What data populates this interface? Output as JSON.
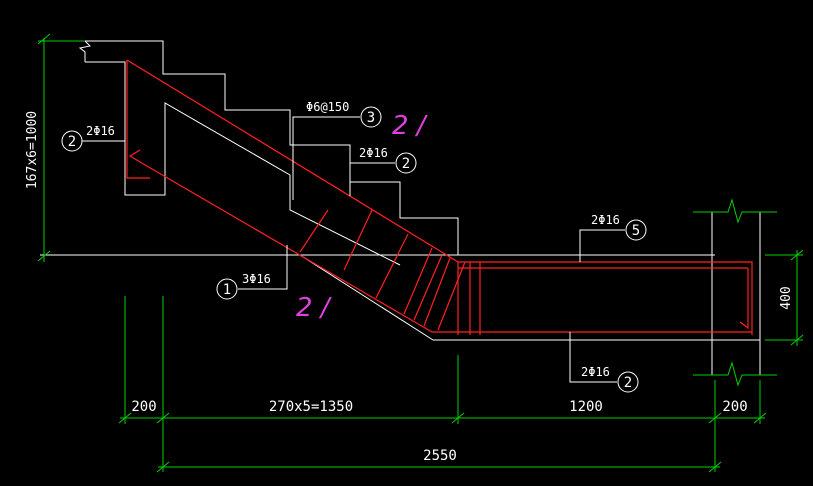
{
  "colors": {
    "background": "#000000",
    "outline": "#ffffff",
    "dimension": "#00d000",
    "rebar": "#ff2020",
    "annotation": "#e040e0"
  },
  "dimensions": {
    "height_total": "167x6=1000",
    "beam_depth": "400",
    "seg_left": "200",
    "seg_steps": "270x5=1350",
    "seg_landing": "1200",
    "seg_right": "200",
    "total_length": "2550"
  },
  "rebar_callouts": {
    "c1": {
      "spec": "3Φ16",
      "mark": "1"
    },
    "c2_left": {
      "spec": "2Φ16",
      "mark": "2"
    },
    "c2_mid": {
      "spec": "2Φ16",
      "mark": "2"
    },
    "c2_bottom": {
      "spec": "2Φ16",
      "mark": "2"
    },
    "c3": {
      "spec": "Φ6@150",
      "mark": "3"
    },
    "c5": {
      "spec": "2Φ16",
      "mark": "5"
    }
  },
  "annotations": {
    "section_upper": "2 /",
    "section_lower": "2 /"
  }
}
